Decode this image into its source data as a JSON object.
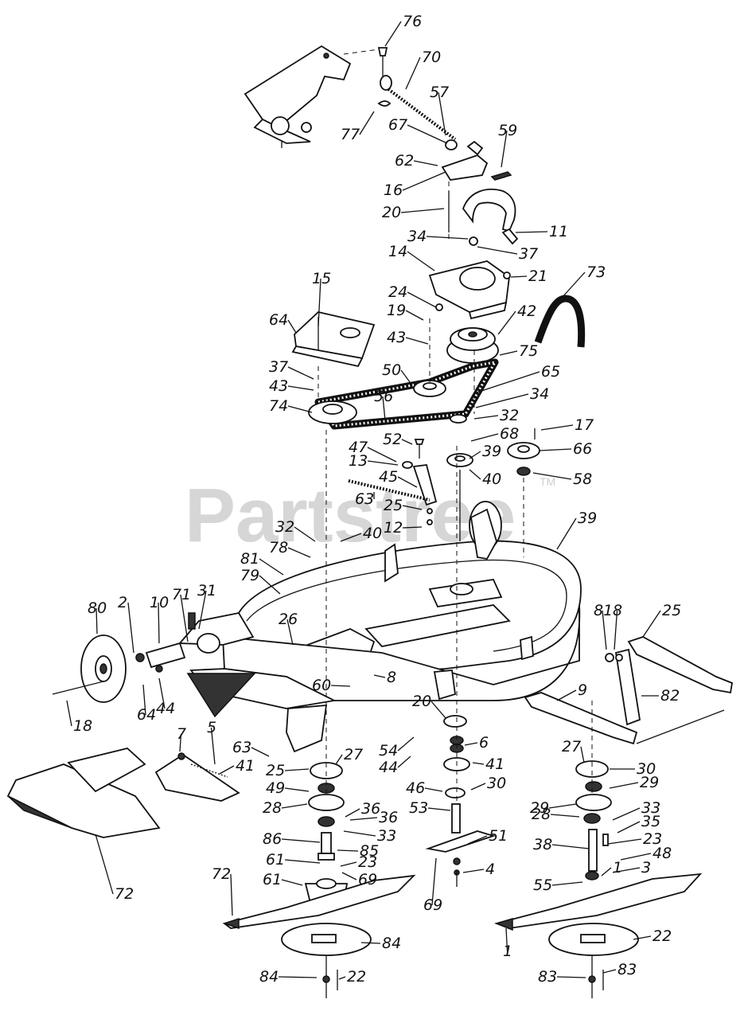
{
  "watermark": "Partstree",
  "trademark": "TM",
  "labels": [
    "76",
    "70",
    "57",
    "67",
    "77",
    "62",
    "59",
    "16",
    "20",
    "11",
    "34",
    "37",
    "14",
    "21",
    "73",
    "24",
    "19",
    "42",
    "15",
    "64",
    "43",
    "75",
    "50",
    "65",
    "34",
    "37",
    "43",
    "74",
    "56",
    "32",
    "17",
    "52",
    "68",
    "47",
    "39",
    "66",
    "13",
    "45",
    "40",
    "58",
    "63",
    "25",
    "12",
    "39",
    "32",
    "40",
    "78",
    "81",
    "79",
    "80",
    "2",
    "10",
    "71",
    "31",
    "26",
    "81",
    "8",
    "25",
    "60",
    "8",
    "9",
    "82",
    "18",
    "64",
    "44",
    "20",
    "63",
    "54",
    "6",
    "7",
    "5",
    "41",
    "27",
    "25",
    "44",
    "41",
    "27",
    "30",
    "49",
    "46",
    "30",
    "29",
    "28",
    "36",
    "53",
    "29",
    "36",
    "33",
    "33",
    "51",
    "28",
    "35",
    "86",
    "85",
    "38",
    "23",
    "61",
    "48",
    "23",
    "4",
    "3",
    "72",
    "61",
    "69",
    "72",
    "55",
    "69",
    "1",
    "1",
    "84",
    "22",
    "84",
    "22",
    "83",
    "83"
  ]
}
